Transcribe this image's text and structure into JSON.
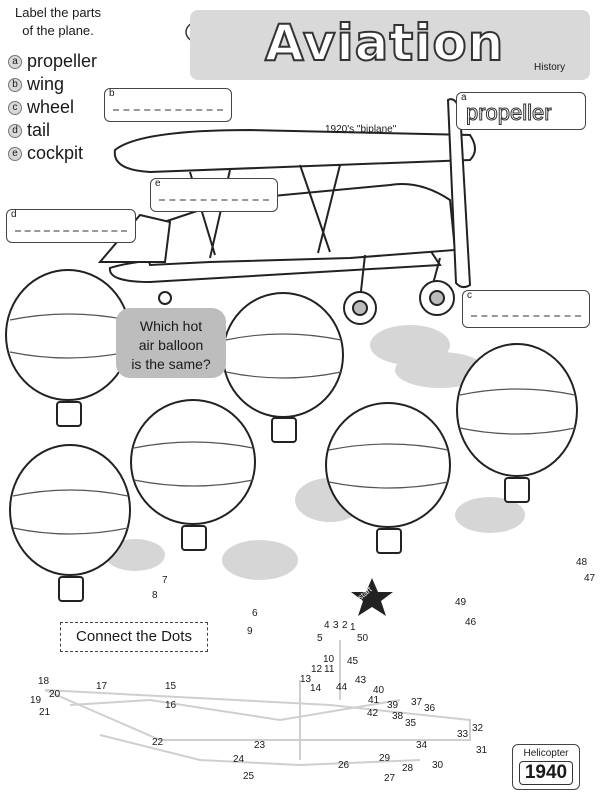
{
  "instructions": [
    "Label the parts",
    "of the plane."
  ],
  "legend": [
    {
      "letter": "a",
      "label": "propeller"
    },
    {
      "letter": "b",
      "label": "wing"
    },
    {
      "letter": "c",
      "label": "wheel"
    },
    {
      "letter": "d",
      "label": "tail"
    },
    {
      "letter": "e",
      "label": "cockpit"
    }
  ],
  "title": "Aviation",
  "subtitle": "History",
  "plane_caption": "1920's \"biplane\"",
  "callouts": {
    "a_answer": "propeller",
    "letters": [
      "a",
      "b",
      "c",
      "d",
      "e"
    ]
  },
  "balloon_question": [
    "Which hot",
    "air balloon",
    "is the same?"
  ],
  "connect_dots_label": "Connect the Dots",
  "start_label": "start",
  "helicopter": {
    "label": "Helicopter",
    "year": "1940"
  },
  "dot_numbers": [
    "1",
    "2",
    "3",
    "4",
    "5",
    "6",
    "7",
    "8",
    "9",
    "10",
    "11",
    "12",
    "13",
    "14",
    "15",
    "16",
    "17",
    "18",
    "19",
    "20",
    "21",
    "22",
    "23",
    "24",
    "25",
    "26",
    "27",
    "28",
    "29",
    "30",
    "31",
    "32",
    "33",
    "34",
    "35",
    "36",
    "37",
    "38",
    "39",
    "40",
    "41",
    "42",
    "43",
    "44",
    "45",
    "46",
    "47",
    "48",
    "49",
    "50"
  ]
}
